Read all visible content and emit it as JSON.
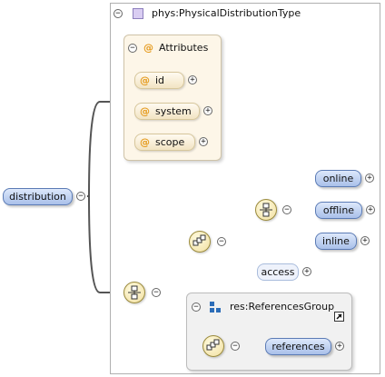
{
  "colors": {
    "element_fill": "#a9c0ea",
    "element_border": "#5b7bb5",
    "attribute_fill": "#f2e4c3",
    "attribute_at_symbol": "#e59a1c",
    "compositor_fill": "#f1dfa0",
    "wire": "#555555",
    "optional_wire": "#c8c8c8"
  },
  "symbols": {
    "collapse": "−",
    "expand": "+",
    "attribute_marker": "@"
  },
  "diagram": {
    "root": {
      "label": "distribution",
      "icon": "collapse-icon"
    },
    "type": {
      "title": "phys:PhysicalDistributionType",
      "icon": "complex-type-icon"
    },
    "attributes": {
      "title": "Attributes",
      "items": [
        {
          "label": "id"
        },
        {
          "label": "system"
        },
        {
          "label": "scope"
        }
      ]
    },
    "sequence": {
      "compositor": "sequence-compositor-icon"
    },
    "choice": {
      "compositor": "choice-compositor-icon",
      "children": [
        {
          "label": "access",
          "optional": true
        }
      ]
    },
    "inner_sequence": {
      "compositor": "sequence-compositor-icon",
      "children": [
        {
          "label": "online"
        },
        {
          "label": "offline"
        },
        {
          "label": "inline"
        }
      ]
    },
    "group": {
      "title": "res:ReferencesGroup",
      "icon": "group-icon",
      "link_icon": "external-link-icon",
      "compositor": "choice-compositor-icon",
      "children": [
        {
          "label": "references"
        }
      ]
    }
  }
}
